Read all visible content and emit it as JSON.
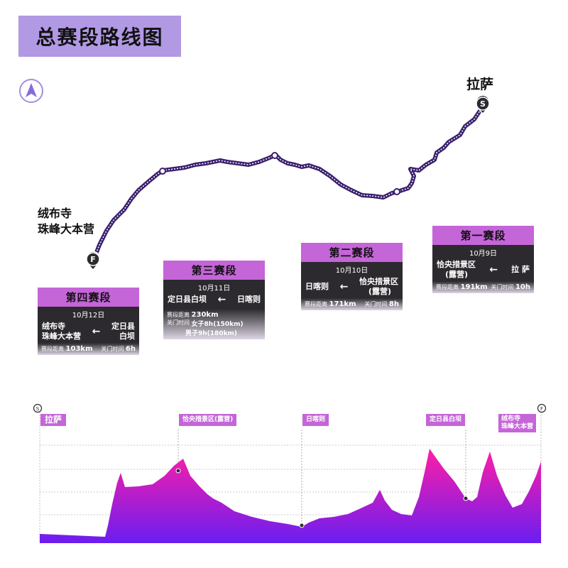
{
  "title": "总赛段路线图",
  "compass_icon": "north-arrow-icon",
  "places": {
    "start": "拉萨",
    "finish_line1": "绒布寺",
    "finish_line2": "珠峰大本营",
    "start_marker": "S",
    "finish_marker": "F"
  },
  "stages": [
    {
      "name": "第一赛段",
      "date": "10月9日",
      "to_line1": "恰央措景区",
      "to_line2": "(露营)",
      "from": "拉 萨",
      "distance_label": "赛段距离",
      "distance": "191km",
      "cutoff_label": "关门时间",
      "cutoff": "10h"
    },
    {
      "name": "第二赛段",
      "date": "10月10日",
      "to_line1": "恰央措景区",
      "to_line2": "(露营)",
      "from": "日喀则",
      "distance_label": "赛段距离",
      "distance": "171km",
      "cutoff_label": "关门时间",
      "cutoff": "8h"
    },
    {
      "name": "第三赛段",
      "date": "10月11日",
      "to_line1": "定日县白坝",
      "to_line2": "",
      "from": "日喀则",
      "distance_label": "赛段距离",
      "distance": "230km",
      "cutoff_label": "关门时间",
      "cutoff_female": "女子8h(150km)",
      "cutoff_male": "男子9h(180km)"
    },
    {
      "name": "第四赛段",
      "date": "10月12日",
      "to_line1": "绒布寺",
      "to_line2": "珠峰大本营",
      "from_line1": "定日县",
      "from_line2": "白坝",
      "distance_label": "赛段距离",
      "distance": "103km",
      "cutoff_label": "关门时间",
      "cutoff": "6h"
    }
  ],
  "profile_tags": [
    "拉萨",
    "恰央措景区(露营)",
    "日喀则",
    "定日县白坝",
    "绒布寺",
    "珠峰大本营"
  ],
  "colors": {
    "title_bg": "#b199e4",
    "card_header": "#c465d8",
    "card_body": "#2c2a2e",
    "route": "#3a1f6e",
    "profile_top": "#ff1ea6",
    "profile_bottom": "#6a1ef0"
  },
  "arrow_symbol": "←"
}
